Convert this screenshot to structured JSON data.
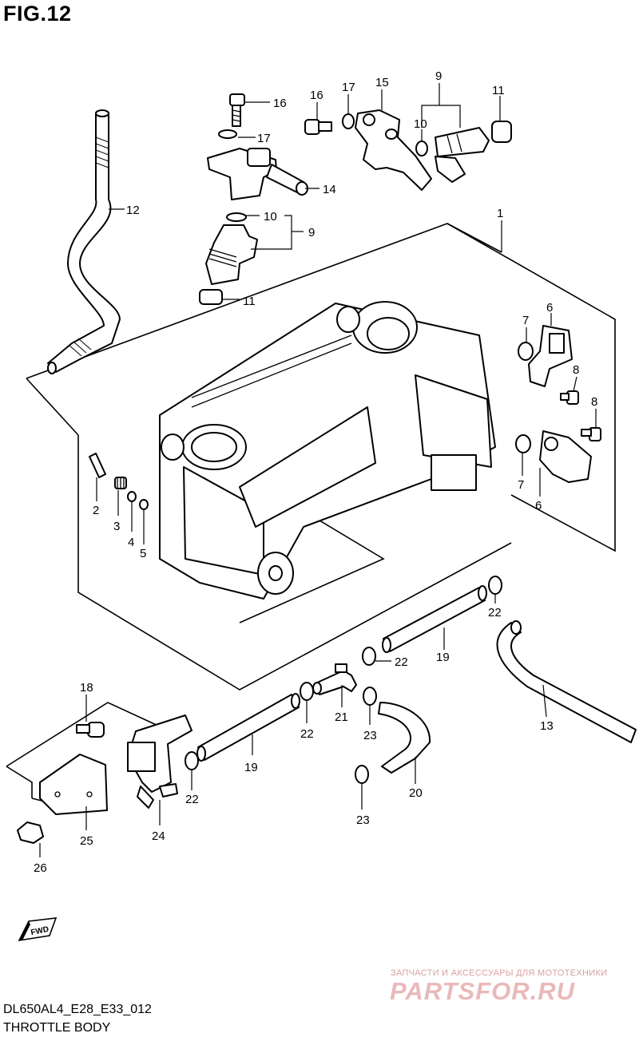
{
  "figure": {
    "title": "FIG.12"
  },
  "footer": {
    "code": "DL650AL4_E28_E33_012",
    "name": "THROTTLE BODY"
  },
  "fwd_badge": {
    "text": "FWD"
  },
  "watermark": {
    "subtitle": "ЗАПЧАСТИ И АКСЕССУАРЫ ДЛЯ МОТОТЕХНИКИ",
    "logo": "PARTSFOR.RU"
  },
  "callouts": [
    {
      "id": "c1",
      "label": "1"
    },
    {
      "id": "c2",
      "label": "2"
    },
    {
      "id": "c3",
      "label": "3"
    },
    {
      "id": "c4",
      "label": "4"
    },
    {
      "id": "c5",
      "label": "5"
    },
    {
      "id": "c6a",
      "label": "6"
    },
    {
      "id": "c6b",
      "label": "6"
    },
    {
      "id": "c7a",
      "label": "7"
    },
    {
      "id": "c7b",
      "label": "7"
    },
    {
      "id": "c8a",
      "label": "8"
    },
    {
      "id": "c8b",
      "label": "8"
    },
    {
      "id": "c9a",
      "label": "9"
    },
    {
      "id": "c9b",
      "label": "9"
    },
    {
      "id": "c10a",
      "label": "10"
    },
    {
      "id": "c10b",
      "label": "10"
    },
    {
      "id": "c11a",
      "label": "11"
    },
    {
      "id": "c11b",
      "label": "11"
    },
    {
      "id": "c12",
      "label": "12"
    },
    {
      "id": "c13",
      "label": "13"
    },
    {
      "id": "c14",
      "label": "14"
    },
    {
      "id": "c15",
      "label": "15"
    },
    {
      "id": "c16a",
      "label": "16"
    },
    {
      "id": "c16b",
      "label": "16"
    },
    {
      "id": "c17a",
      "label": "17"
    },
    {
      "id": "c17b",
      "label": "17"
    },
    {
      "id": "c18",
      "label": "18"
    },
    {
      "id": "c19a",
      "label": "19"
    },
    {
      "id": "c19b",
      "label": "19"
    },
    {
      "id": "c20",
      "label": "20"
    },
    {
      "id": "c21",
      "label": "21"
    },
    {
      "id": "c22a",
      "label": "22"
    },
    {
      "id": "c22b",
      "label": "22"
    },
    {
      "id": "c22c",
      "label": "22"
    },
    {
      "id": "c22d",
      "label": "22"
    },
    {
      "id": "c23a",
      "label": "23"
    },
    {
      "id": "c23b",
      "label": "23"
    },
    {
      "id": "c24",
      "label": "24"
    },
    {
      "id": "c25",
      "label": "25"
    },
    {
      "id": "c26",
      "label": "26"
    }
  ]
}
